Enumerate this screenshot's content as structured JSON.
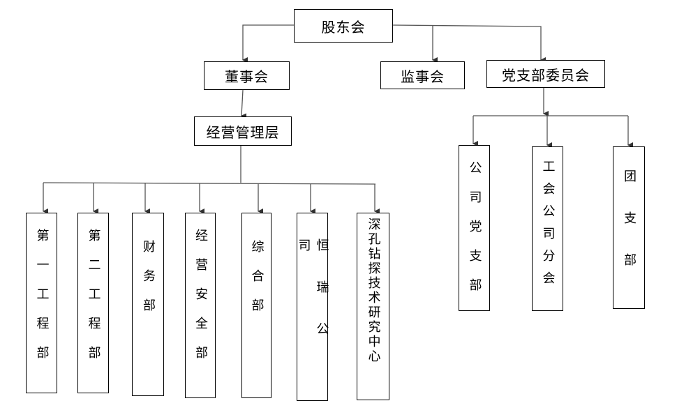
{
  "nodes": {
    "shareholders": "股东会",
    "board": "董事会",
    "supervisors": "监事会",
    "party_committee": "党支部委员会",
    "management": "经营管理层",
    "dept1": "第一工程部",
    "dept2": "第二工程部",
    "finance": "财务部",
    "safety": "经营安全部",
    "general": "综合部",
    "hengrui": "恒瑞公司",
    "research": "深孔钻探技术研究中心",
    "party_branch": "公司党支部",
    "union": "工会公司分会",
    "youth": "团支部"
  }
}
